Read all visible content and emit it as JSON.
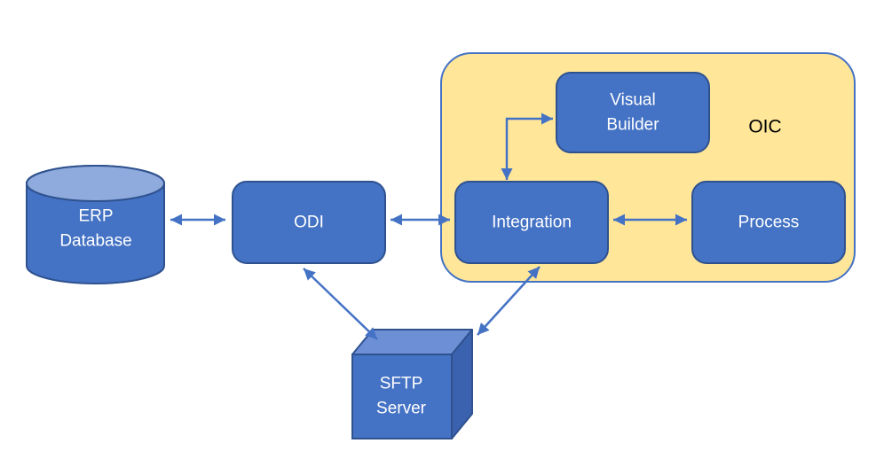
{
  "diagram": {
    "nodes": {
      "erp_database": {
        "line1": "ERP",
        "line2": "Database"
      },
      "odi": {
        "label": "ODI"
      },
      "oic_container": {
        "label": "OIC"
      },
      "visual_builder": {
        "line1": "Visual",
        "line2": "Builder"
      },
      "integration": {
        "label": "Integration"
      },
      "process": {
        "label": "Process"
      },
      "sftp_server": {
        "line1": "SFTP",
        "line2": "Server"
      }
    },
    "colors": {
      "node_fill": "#4472C4",
      "node_border": "#2F528F",
      "cylinder_top": "#8FAADC",
      "cube_top": "#6C8FD6",
      "cube_side": "#3B62AE",
      "container_fill": "#FFE699",
      "container_border": "#4472C4",
      "arrow": "#4472C4",
      "text_light": "#FFFFFF",
      "text_dark": "#000000",
      "background": "#FFFFFF"
    }
  }
}
